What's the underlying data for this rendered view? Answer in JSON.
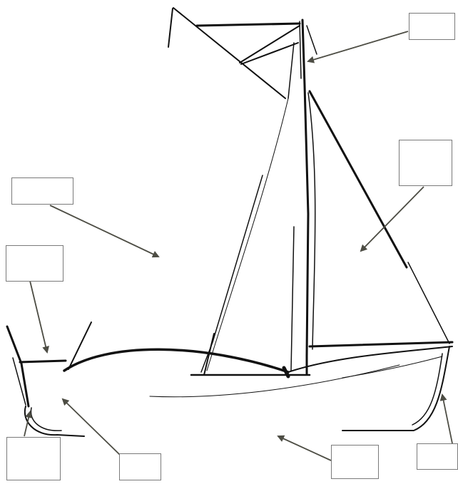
{
  "diagram": {
    "subject": "sailboat-line-drawing",
    "colors": {
      "ink": "#111111",
      "arrow": "#4d4d44",
      "box_border": "#7a7a7a",
      "background": "#ffffff"
    },
    "label_boxes": [
      {
        "id": "top-right-mast-label",
        "text": ""
      },
      {
        "id": "mainsail-right-label",
        "text": ""
      },
      {
        "id": "left-sail-area-label",
        "text": ""
      },
      {
        "id": "bow-deck-label",
        "text": ""
      },
      {
        "id": "bow-bottom-label",
        "text": ""
      },
      {
        "id": "hull-front-label",
        "text": ""
      },
      {
        "id": "hull-water-label",
        "text": ""
      },
      {
        "id": "stern-label",
        "text": ""
      }
    ]
  }
}
